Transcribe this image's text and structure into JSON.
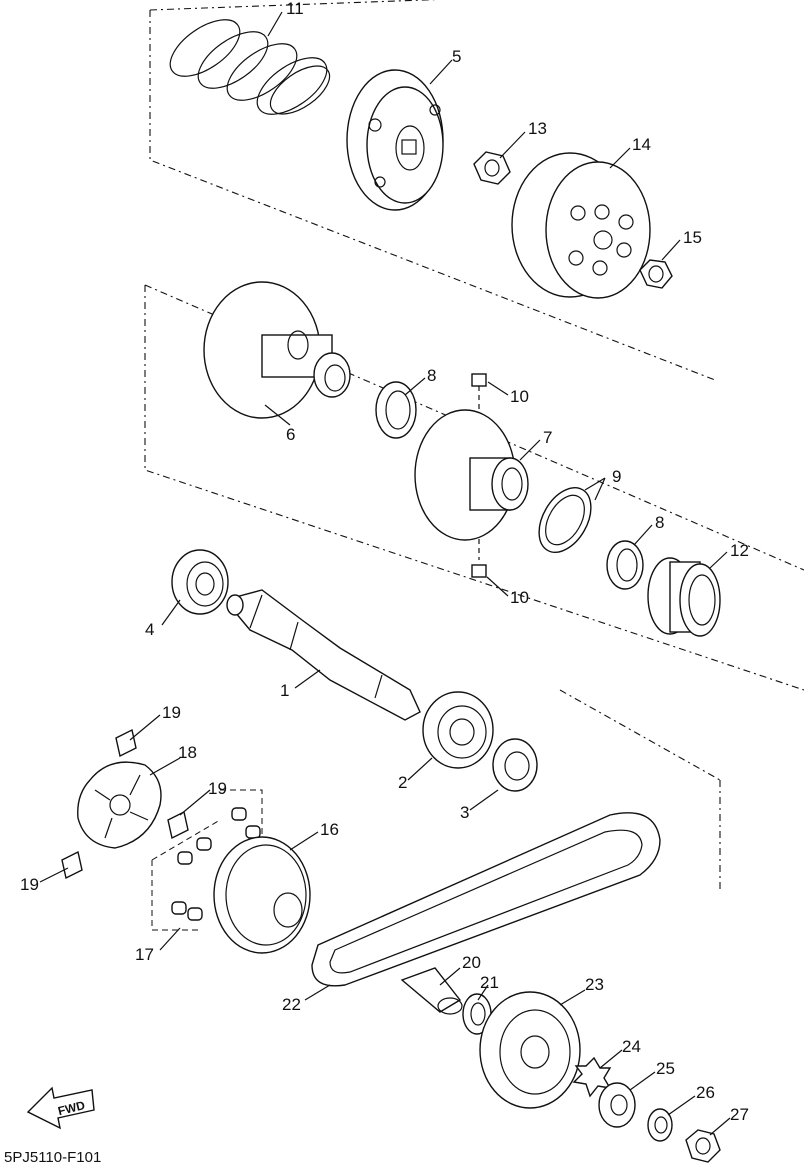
{
  "labels": {
    "p1": "1",
    "p2": "2",
    "p3": "3",
    "p4": "4",
    "p5": "5",
    "p6": "6",
    "p7": "7",
    "p8a": "8",
    "p8b": "8",
    "p9": "9",
    "p10a": "10",
    "p10b": "10",
    "p11": "11",
    "p12": "12",
    "p13": "13",
    "p14": "14",
    "p15": "15",
    "p16": "16",
    "p17": "17",
    "p18": "18",
    "p19a": "19",
    "p19b": "19",
    "p19c": "19",
    "p20": "20",
    "p21": "21",
    "p22": "22",
    "p23": "23",
    "p24": "24",
    "p25": "25",
    "p26": "26",
    "p27": "27"
  },
  "fwd_label": "FWD",
  "diagram_code": "5PJ5110-F101"
}
